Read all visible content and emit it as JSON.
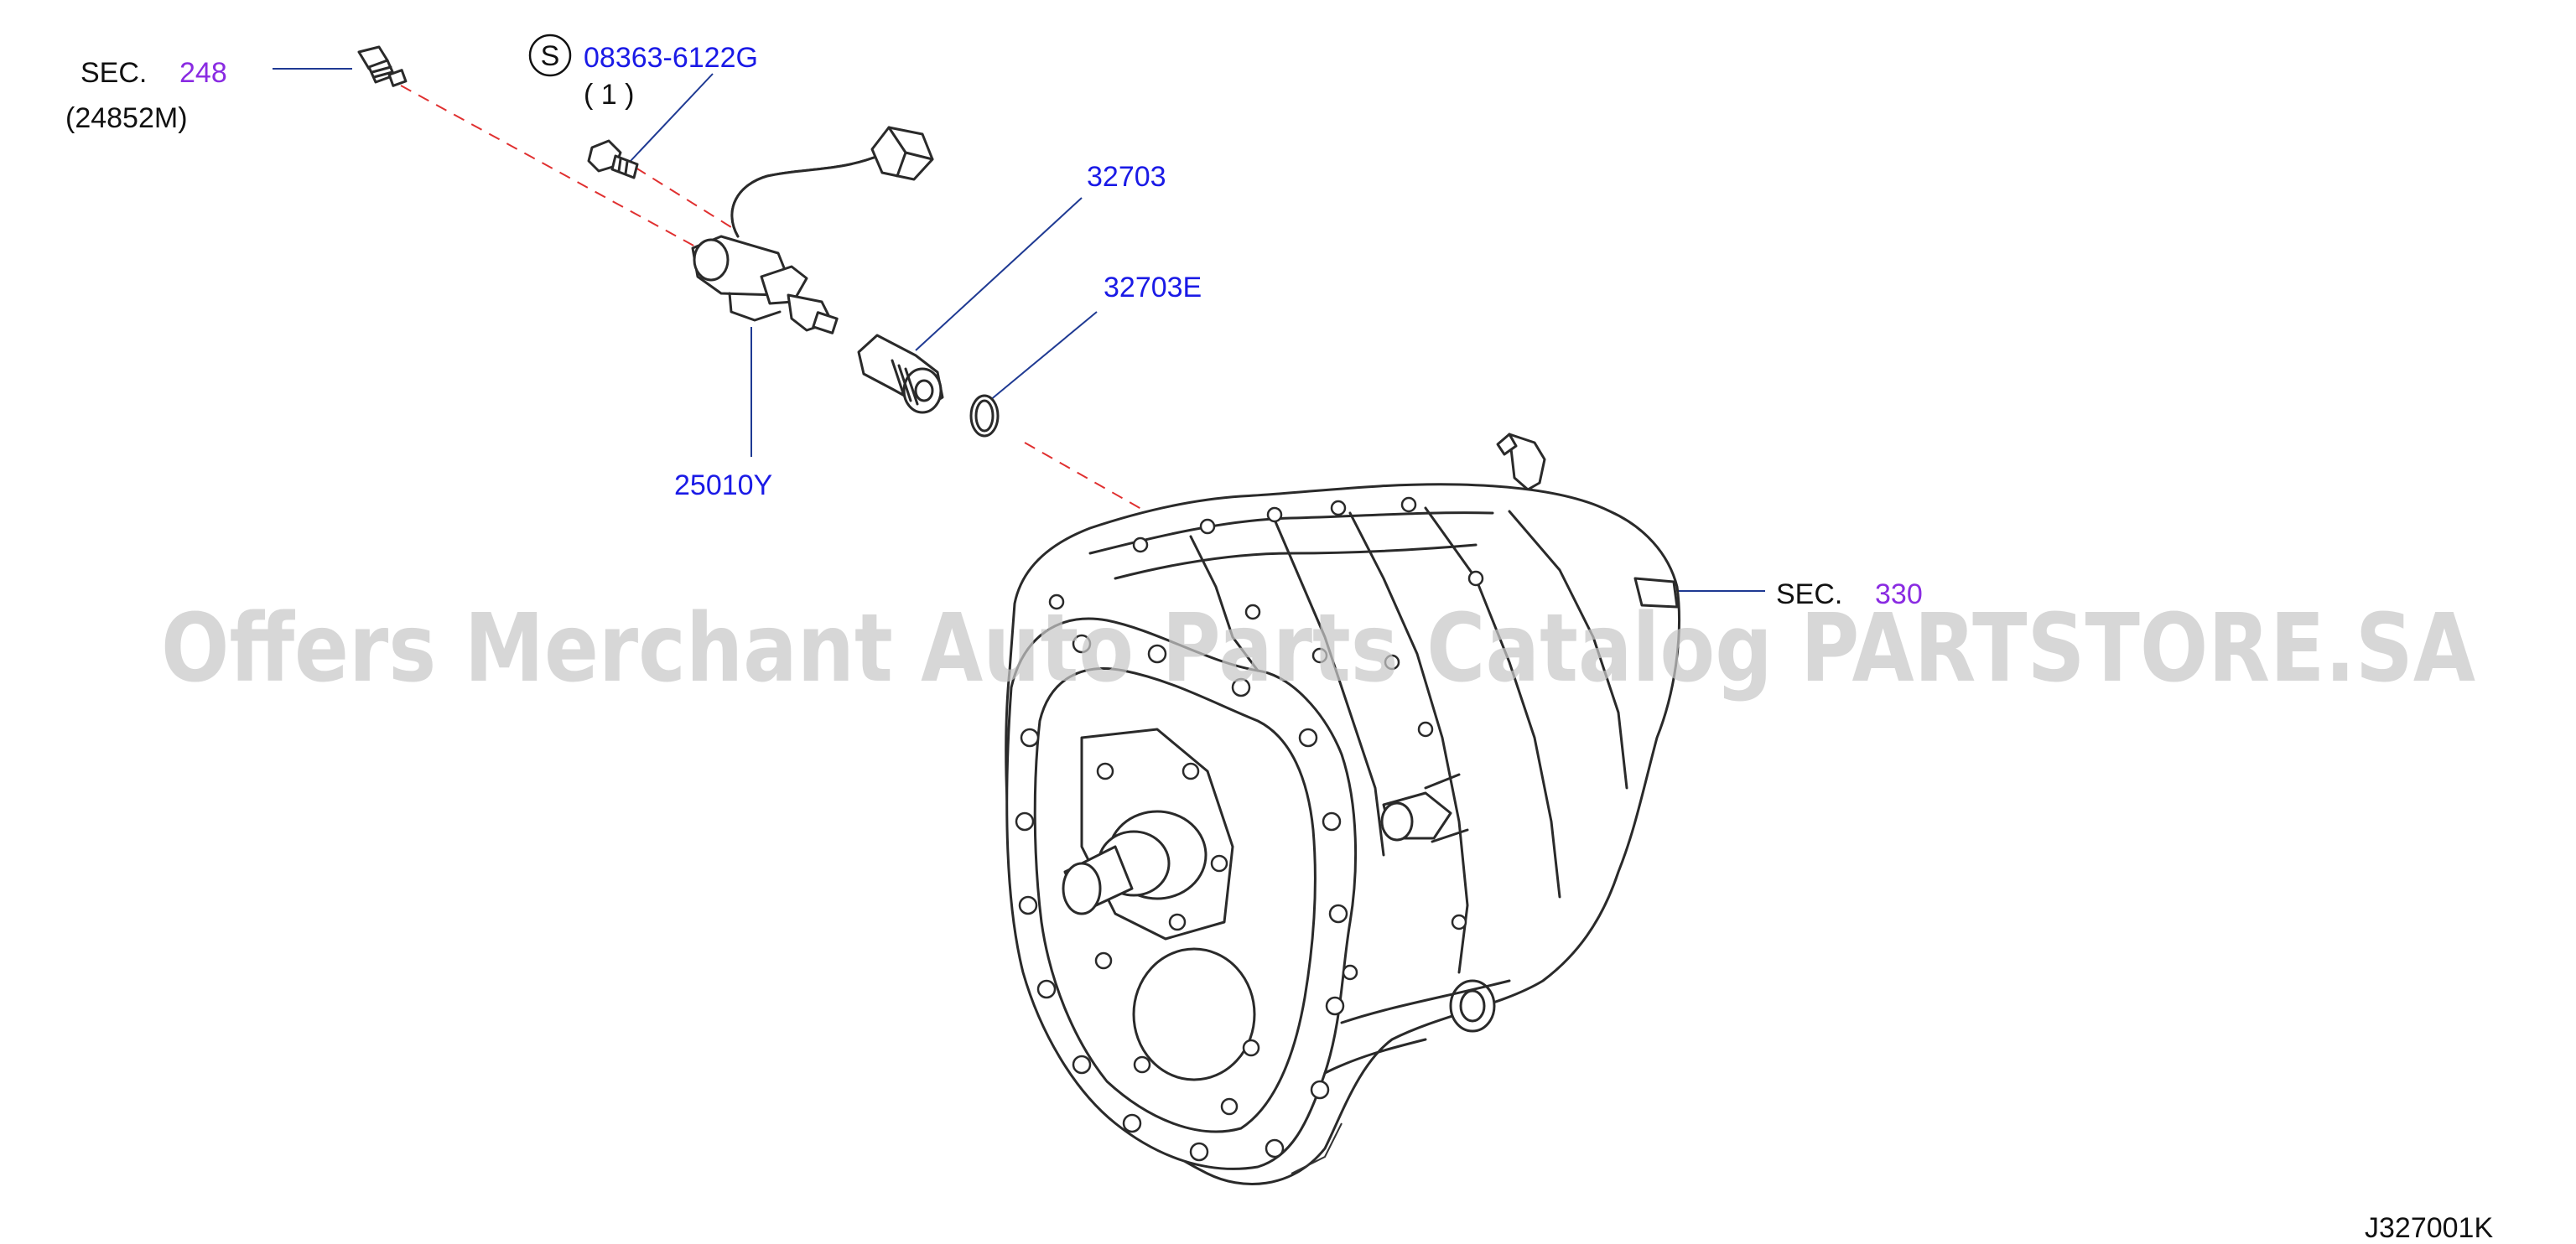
{
  "labels": {
    "sec_248_prefix": "SEC.",
    "sec_248_number": "248",
    "sec_248_part": "(24852M)",
    "s_symbol": "S",
    "bolt_part": "08363-6122G",
    "bolt_qty": "( 1 )",
    "gear_part": "32703",
    "clip_part": "32703E",
    "sensor_part": "25010Y",
    "sec_330_prefix": "SEC.",
    "sec_330_number": "330",
    "diagram_code": "J327001K"
  },
  "watermark": "Offers Merchant Auto Parts Catalog PARTSTORE.SA",
  "colors": {
    "part_number": "#1a1ae6",
    "section_number": "#8a2be2",
    "leader_line": "#1f3a93",
    "dashed_line": "#e03030",
    "watermark": "#c8c8c8"
  }
}
